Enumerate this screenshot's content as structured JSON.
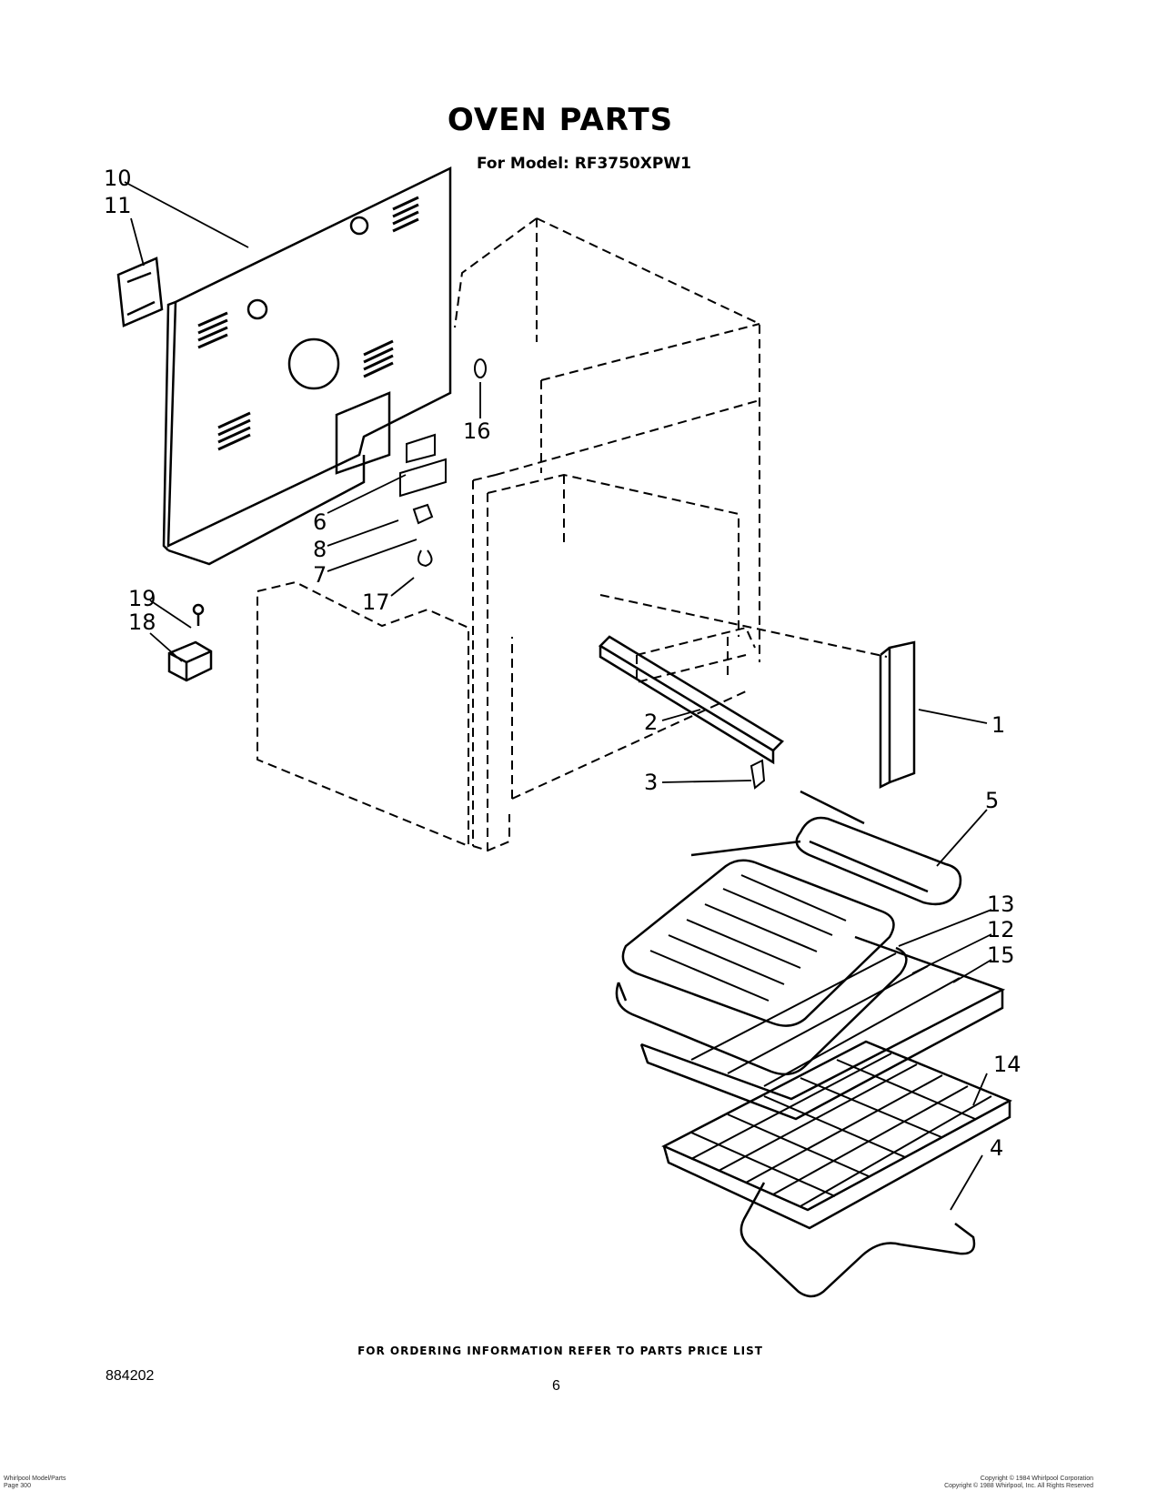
{
  "header": {
    "title": "OVEN PARTS",
    "subtitle": "For Model: RF3750XPW1"
  },
  "callouts": [
    "1",
    "2",
    "3",
    "4",
    "5",
    "6",
    "7",
    "8",
    "10",
    "11",
    "12",
    "13",
    "14",
    "15",
    "16",
    "17",
    "18",
    "19"
  ],
  "footer": {
    "ordering_note": "FOR ORDERING INFORMATION REFER TO PARTS PRICE LIST",
    "doc_number": "884202",
    "page_number": "6",
    "fine_print_left": [
      "Whirlpool Model/Parts",
      "Page 300"
    ],
    "fine_print_right": [
      "Copyright © 1984 Whirlpool Corporation",
      "Copyright © 1988 Whirlpool, Inc. All Rights Reserved"
    ]
  },
  "colors": {
    "ink": "#000000",
    "paper": "#ffffff"
  }
}
